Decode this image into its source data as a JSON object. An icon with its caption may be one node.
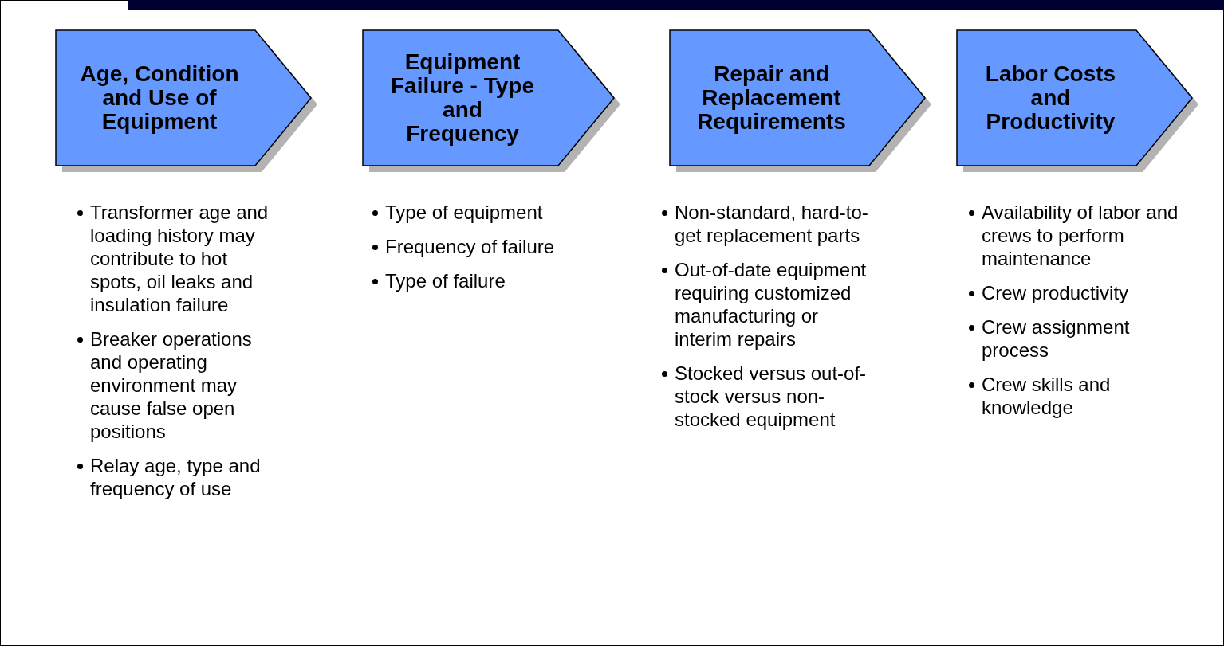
{
  "diagram": {
    "nodes": [
      {
        "text": [
          "Age, Condition and Use of Equipment"
        ],
        "beside": [
          "Transformer age and loading history may contribute to hot spots, oil leaks and insulation failure",
          "Breaker operations and operating environment may cause false open positions",
          "Relay age, type and frequency of use"
        ]
      },
      {
        "text": [
          "Equipment Failure - Type and Frequency"
        ],
        "beside": [
          "Type of equipment",
          "Frequency of failure",
          "Type of failure"
        ]
      },
      {
        "text": [
          "Repair and Replacement Requirements"
        ],
        "beside": [
          "Non-standard, hard-to-get replacement parts",
          "Out-of-date equipment requiring customized manufacturing or interim repairs",
          "Stocked versus out-of-stock versus non-stocked equipment"
        ]
      },
      {
        "text": [
          "Labor Costs and Productivity"
        ],
        "beside": [
          "Availability of labor and crews to perform maintenance",
          "Crew productivity",
          "Crew assignment process",
          "Crew skills and knowledge"
        ]
      }
    ],
    "edges": []
  }
}
